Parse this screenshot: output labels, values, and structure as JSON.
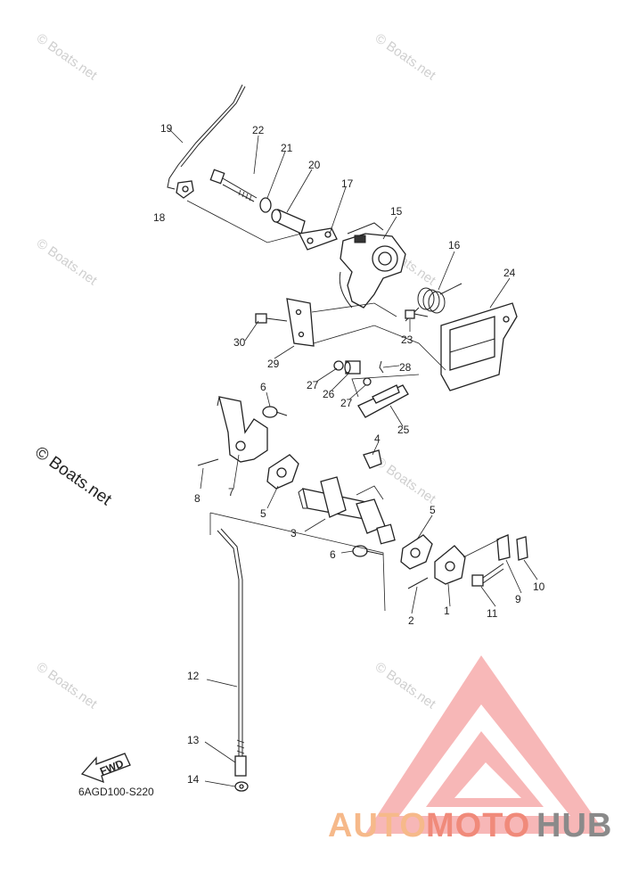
{
  "diagram": {
    "code": "6AGD100-S220",
    "fwd_label": "FWD",
    "watermark": "© Boats.net",
    "watermark_main": "© Boats.net",
    "callouts": [
      "1",
      "2",
      "3",
      "4",
      "5",
      "5",
      "6",
      "6",
      "7",
      "8",
      "9",
      "10",
      "11",
      "12",
      "13",
      "14",
      "15",
      "16",
      "17",
      "18",
      "19",
      "20",
      "21",
      "22",
      "23",
      "24",
      "25",
      "26",
      "27",
      "27",
      "28",
      "29",
      "30"
    ]
  },
  "logo": {
    "text_auto": "AUTO",
    "text_moto": "MOTO",
    "text_hub": "HUB",
    "colors": {
      "auto": "#f6b98a",
      "moto": "#f08a7a",
      "hub": "#8a8a8a",
      "triangle": "#f28b8b"
    }
  }
}
